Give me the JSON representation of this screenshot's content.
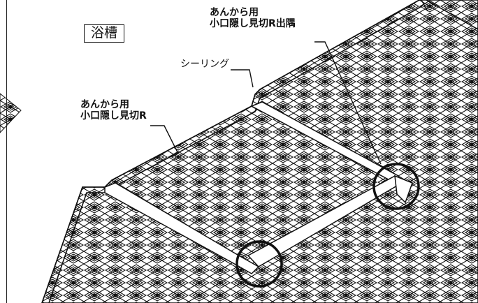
{
  "labels": {
    "room": "浴槽",
    "corner_part_line1": "あんから用",
    "corner_part_line2": "小口隠し見切R出隅",
    "sealing": "シーリング",
    "edge_part_line1": "あんから用",
    "edge_part_line2": "小口隠し見切R"
  },
  "colors": {
    "line": "#111111",
    "background": "#ffffff"
  }
}
